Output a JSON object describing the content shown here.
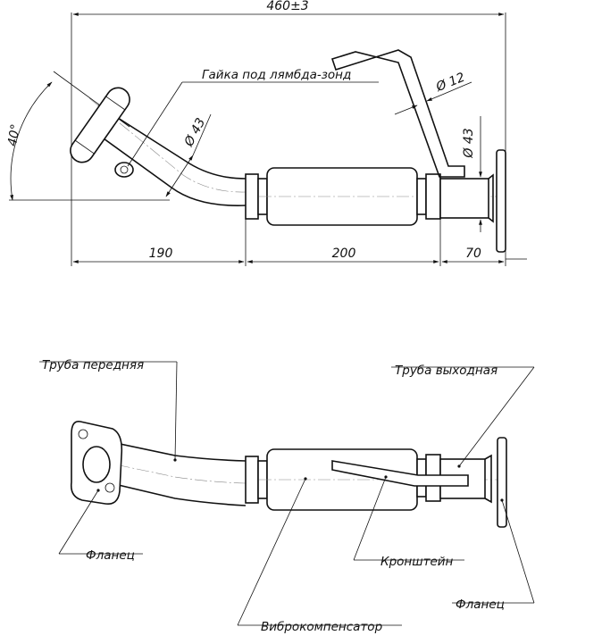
{
  "top_view": {
    "dim_overall": "460±3",
    "dim_angle": "40°",
    "dim_front_pipe_diameter": "Ø 43",
    "dim_outlet_diameter": "Ø 43",
    "dim_bracket_diameter": "Ø 12",
    "dim_section_1": "190",
    "dim_section_2": "200",
    "dim_section_3": "70",
    "label_lambda_nut": "Гайка под лямбда-зонд"
  },
  "bottom_view": {
    "label_front_pipe": "Труба передняя",
    "label_outlet_pipe": "Труба выходная",
    "label_flange_left": "Фланец",
    "label_bracket": "Кронштейн",
    "label_flange_right": "Фланец",
    "label_compensator": "Виброкомпенсатор"
  }
}
